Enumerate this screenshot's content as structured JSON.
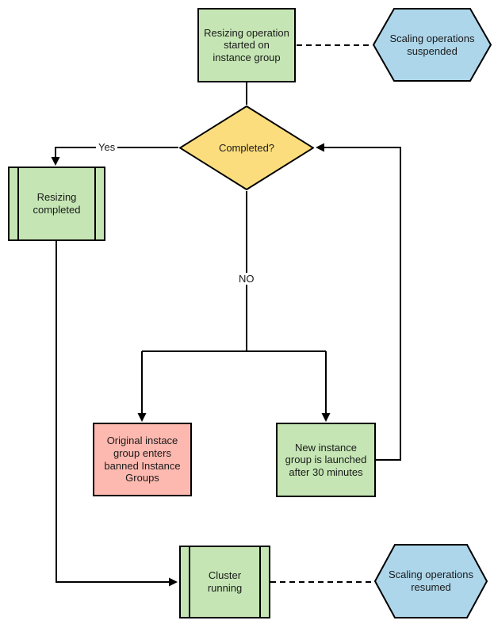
{
  "colors": {
    "green": "#c5e6b4",
    "yellow": "#fcdd7d",
    "blue": "#add6ea",
    "pink": "#fdb9b0",
    "stroke": "#000000",
    "background": "#ffffff"
  },
  "nodes": {
    "start": {
      "type": "process",
      "label": "Resizing operation\nstarted on\ninstance group"
    },
    "suspended": {
      "type": "hexagon",
      "label": "Scaling operations\nsuspended"
    },
    "completed": {
      "type": "decision",
      "label": "Completed?"
    },
    "resizing_completed": {
      "type": "predefined-process",
      "label": "Resizing\ncompleted"
    },
    "banned": {
      "type": "process",
      "label": "Original instace\ngroup enters\nbanned Instance\nGroups"
    },
    "new_group": {
      "type": "process",
      "label": "New instance\ngroup is launched\nafter 30 minutes"
    },
    "cluster_running": {
      "type": "predefined-process",
      "label": "Cluster\nrunning"
    },
    "resumed": {
      "type": "hexagon",
      "label": "Scaling operations\nresumed"
    }
  },
  "edge_labels": {
    "yes": "Yes",
    "no": "NO"
  }
}
